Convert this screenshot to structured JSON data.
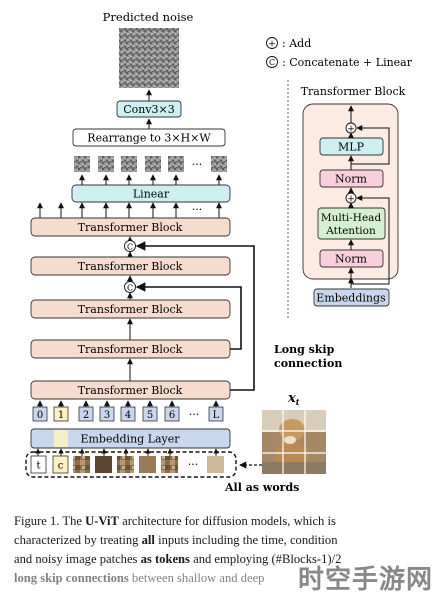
{
  "colors": {
    "transformer_block": "#f6dccf",
    "linear": "#cdeff2",
    "embedding_layer": "#c9d7ee",
    "mlp": "#cdeff2",
    "norm": "#f8d0dc",
    "attention": "#d6efd0",
    "embeddings": "#c9d7ee",
    "token_box": "#c9d7ee",
    "c_token": "#fbf1c0",
    "inner_panel": "#fbebe2"
  },
  "figure": {
    "predicted_noise_label": "Predicted noise",
    "conv_label": "Conv3×3",
    "rearrange_label": "Rearrange to 3×H×W",
    "linear_label": "Linear",
    "transformer_block_label": "Transformer Block",
    "embedding_layer_label": "Embedding Layer",
    "concat_symbol": "C",
    "ellipsis": "···",
    "token_indices": [
      "0",
      "1",
      "2",
      "3",
      "4",
      "5",
      "6",
      "L"
    ],
    "time_token": "t",
    "condition_token": "c",
    "xt_label": "x",
    "xt_subscript": "t",
    "long_skip_label_line1": "Long skip",
    "long_skip_label_line2": "connection",
    "all_as_words": "All as words",
    "legend_add": ": Add",
    "legend_concat": ": Concatenate + Linear",
    "legend_add_symbol": "+",
    "legend_concat_symbol": "C",
    "block_detail": {
      "title": "Transformer Block",
      "mlp": "MLP",
      "norm": "Norm",
      "attention_line1": "Multi-Head",
      "attention_line2": "Attention",
      "embeddings": "Embeddings",
      "add_symbol": "+"
    }
  },
  "caption": {
    "line1_a": "Figure 1. The ",
    "line1_b": "U-ViT",
    "line1_c": " architecture for diffusion models, which is",
    "line2_a": "characterized by treating ",
    "line2_b": "all",
    "line2_c": " inputs including the time, condition",
    "line3_a": "and noisy image patches ",
    "line3_b": "as tokens",
    "line3_c": " and employing (#Blocks-1)/2",
    "line4_a": "long skip connections",
    "line4_b": " between shallow and deep"
  },
  "watermark": "时空手游网"
}
